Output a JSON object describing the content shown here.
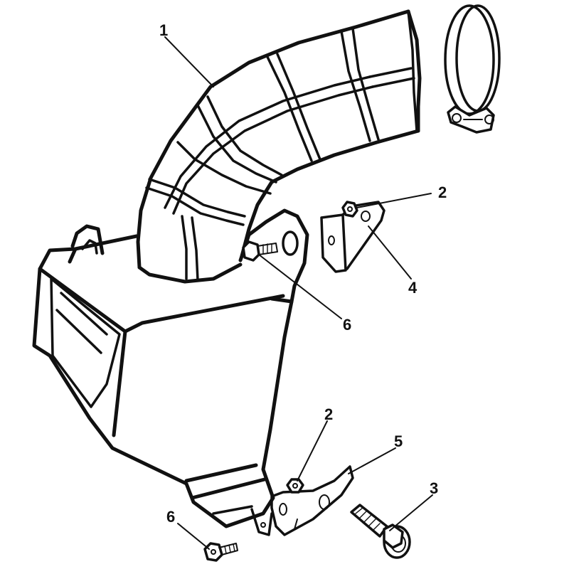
{
  "colors": {
    "ink": "#111111",
    "background": "#ffffff"
  },
  "callouts": [
    {
      "label": "1"
    },
    {
      "label": "2"
    },
    {
      "label": "4"
    },
    {
      "label": "6"
    },
    {
      "label": "2"
    },
    {
      "label": "5"
    },
    {
      "label": "3"
    },
    {
      "label": "6"
    }
  ]
}
